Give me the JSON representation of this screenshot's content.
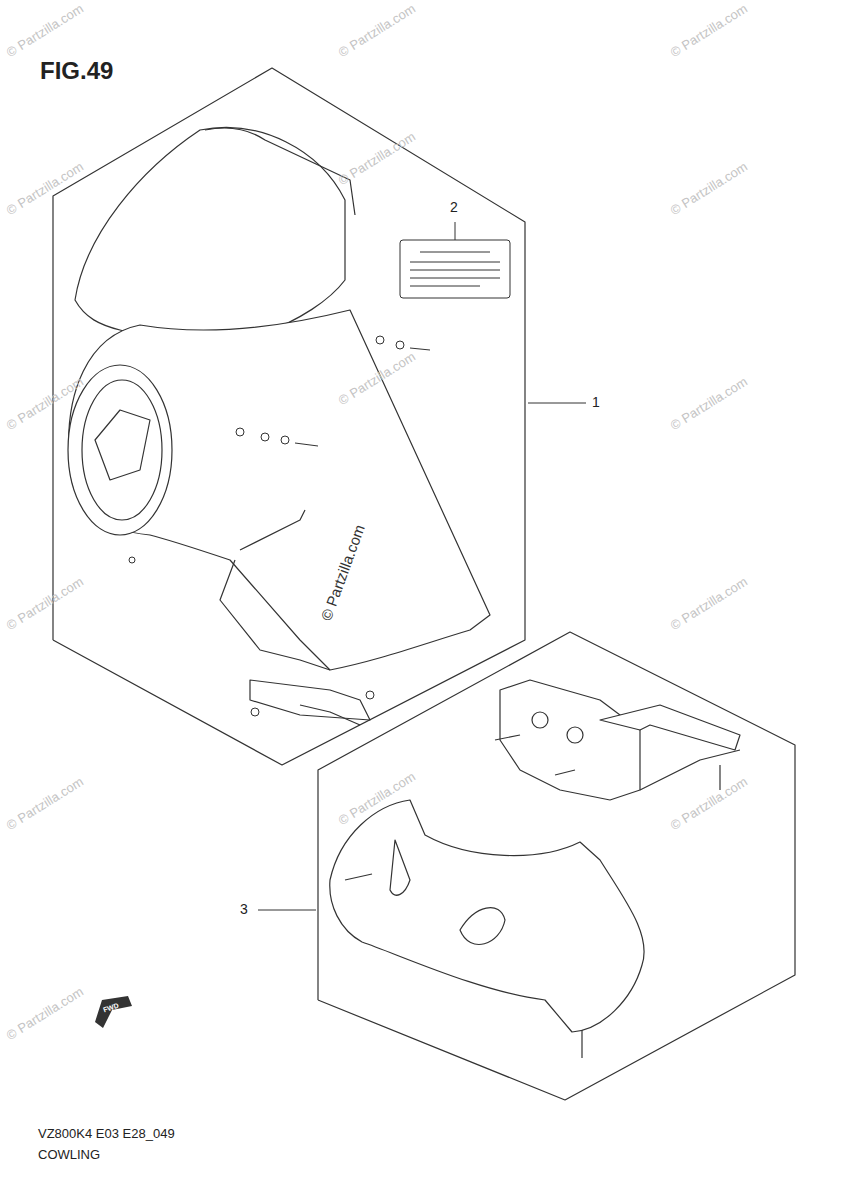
{
  "diagram": {
    "title": "FIG.49",
    "labels": [
      "1",
      "2",
      "3",
      "FWD",
      "VZ800K4 E03 E28_049",
      "COWLING",
      "© Partzilla.com",
      "© Partzilla.com",
      "© Partzilla.com",
      "© Partzilla.com",
      "© Partzilla.com",
      "© Partzilla.com",
      "© Partzilla.com",
      "© Partzilla.com",
      "© Partzilla.com",
      "© Partzilla.com",
      "© Partzilla.com",
      "© Partzilla.com",
      "© Partzilla.com",
      "© Partzilla.com",
      "© Partzilla.com",
      "© Partzilla.com"
    ]
  }
}
